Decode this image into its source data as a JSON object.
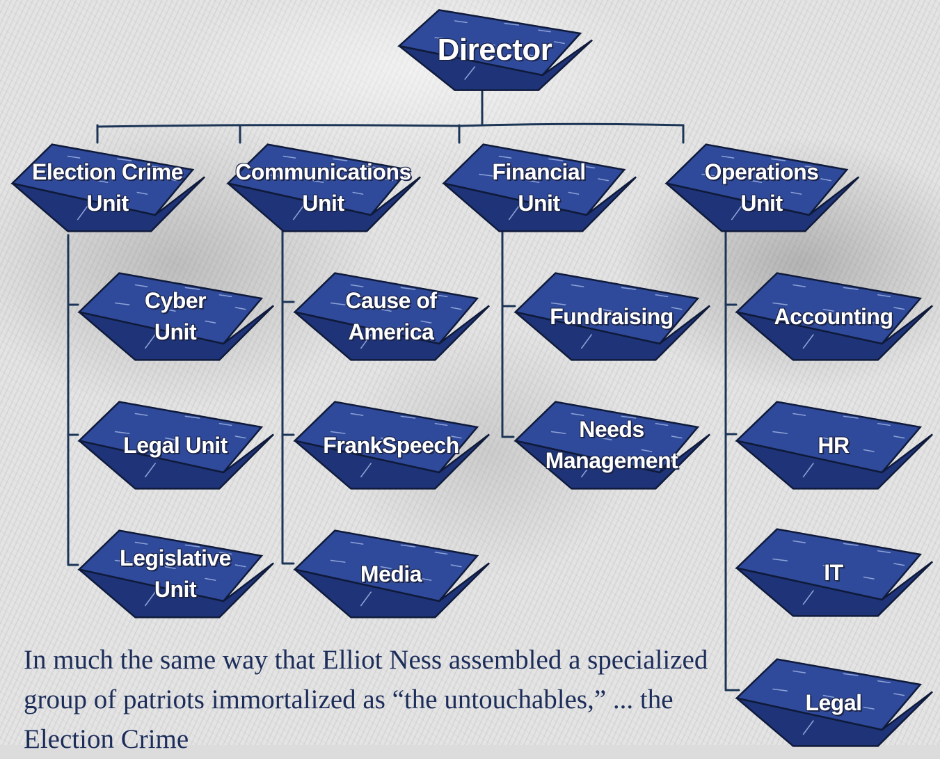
{
  "chart": {
    "director": "Director",
    "units": [
      {
        "label": "Election Crime\nUnit",
        "children": [
          "Cyber\nUnit",
          "Legal Unit",
          "Legislative\nUnit"
        ]
      },
      {
        "label": "Communications\nUnit",
        "children": [
          "Cause of\nAmerica",
          "FrankSpeech",
          "Media"
        ]
      },
      {
        "label": "Financial\nUnit",
        "children": [
          "Fundraising",
          "Needs\nManagement"
        ]
      },
      {
        "label": "Operations\nUnit",
        "children": [
          "Accounting",
          "HR",
          "IT",
          "Legal"
        ]
      }
    ]
  },
  "colors": {
    "box_fill": "#2f4a9a",
    "box_dark": "#1f3478",
    "line": "#1c3556",
    "text_body": "#1c2d5a"
  },
  "intro_text": "In much the same way that Elliot Ness assembled a specialized group of patriots immortalized as “the untouchables,” ... the Election Crime"
}
